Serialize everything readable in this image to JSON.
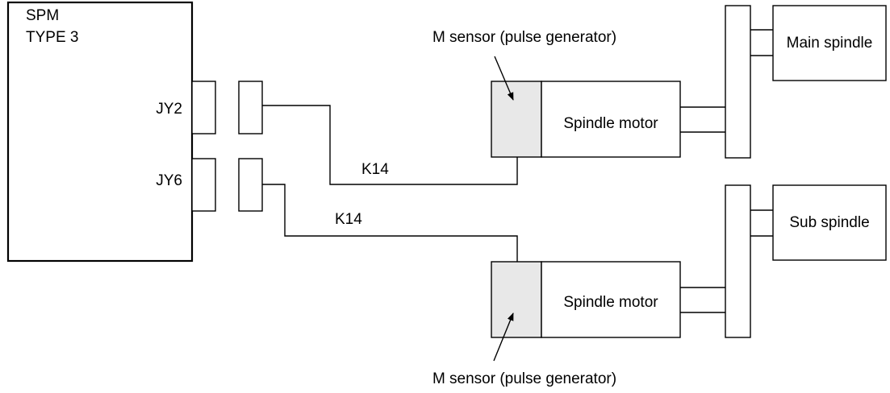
{
  "spm": {
    "line1": "SPM",
    "line2": "TYPE 3"
  },
  "connectors": {
    "jy2": "JY2",
    "jy6": "JY6"
  },
  "cables": {
    "upper": "K14",
    "lower": "K14"
  },
  "motors": {
    "upper": "Spindle motor",
    "lower": "Spindle motor"
  },
  "spindles": {
    "main": "Main spindle",
    "sub": "Sub spindle"
  },
  "sensors": {
    "upper": "M sensor (pulse generator)",
    "lower": "M sensor (pulse generator)"
  }
}
